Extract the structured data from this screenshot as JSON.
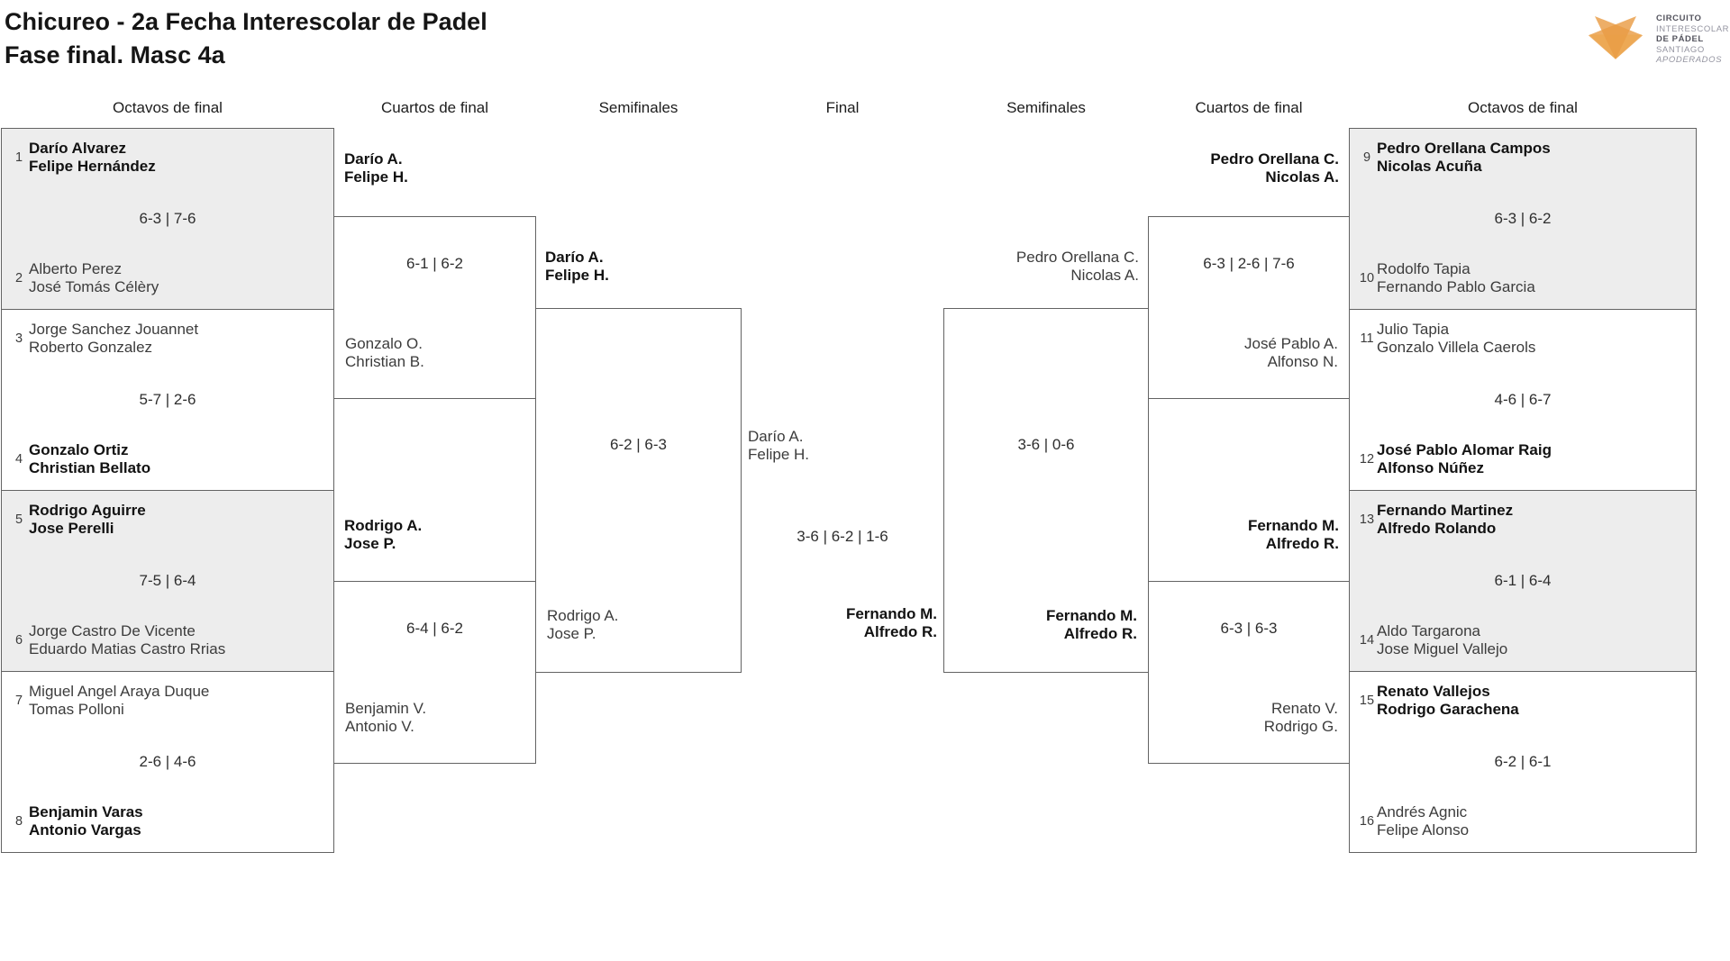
{
  "title": {
    "line1": "Chicureo - 2a Fecha Interescolar de Padel",
    "line2": "Fase final. Masc 4a"
  },
  "logo": {
    "brand_lines": [
      "CIRCUITO",
      "INTERESCOLAR",
      "DE PÁDEL",
      "SANTIAGO",
      "APODERADOS"
    ],
    "colors": {
      "orange": "#E99C45",
      "pale_yellow": "#FBE19B",
      "text_dark": "#54545E",
      "text_light": "#9494A0"
    }
  },
  "rounds": {
    "octavos_left": "Octavos de final",
    "cuartos_left": "Cuartos de final",
    "semis_left": "Semifinales",
    "final": "Final",
    "semis_right": "Semifinales",
    "cuartos_right": "Cuartos de final",
    "octavos_right": "Octavos de final"
  },
  "bracket_colors": {
    "box_border": "#636363",
    "box_shaded_fill": "#EDEDED"
  },
  "octavos": {
    "left": [
      {
        "seed_top": "1",
        "top": {
          "line1": "Darío Alvarez",
          "line2": "Felipe Hernández"
        },
        "score": "6-3 | 7-6",
        "seed_bottom": "2",
        "bottom": {
          "line1": "Alberto Perez",
          "line2": "José Tomás Célèry"
        }
      },
      {
        "seed_top": "3",
        "top": {
          "line1": "Jorge Sanchez Jouannet",
          "line2": "Roberto Gonzalez"
        },
        "score": "5-7 | 2-6",
        "seed_bottom": "4",
        "bottom": {
          "line1": "Gonzalo Ortiz",
          "line2": "Christian Bellato"
        }
      },
      {
        "seed_top": "5",
        "top": {
          "line1": "Rodrigo Aguirre",
          "line2": "Jose Perelli"
        },
        "score": "7-5 | 6-4",
        "seed_bottom": "6",
        "bottom": {
          "line1": "Jorge Castro De Vicente",
          "line2": "Eduardo Matias Castro Rrias"
        }
      },
      {
        "seed_top": "7",
        "top": {
          "line1": "Miguel Angel Araya Duque",
          "line2": "Tomas Polloni"
        },
        "score": "2-6 | 4-6",
        "seed_bottom": "8",
        "bottom": {
          "line1": "Benjamin Varas",
          "line2": "Antonio Vargas"
        }
      }
    ],
    "right": [
      {
        "seed_top": "9",
        "top": {
          "line1": "Pedro Orellana Campos",
          "line2": "Nicolas Acuña"
        },
        "score": "6-3 | 6-2",
        "seed_bottom": "10",
        "bottom": {
          "line1": "Rodolfo Tapia",
          "line2": "Fernando Pablo Garcia"
        }
      },
      {
        "seed_top": "11",
        "top": {
          "line1": "Julio Tapia",
          "line2": "Gonzalo Villela Caerols"
        },
        "score": "4-6 | 6-7",
        "seed_bottom": "12",
        "bottom": {
          "line1": "José Pablo Alomar Raig",
          "line2": "Alfonso Núñez"
        }
      },
      {
        "seed_top": "13",
        "top": {
          "line1": "Fernando Martinez",
          "line2": "Alfredo Rolando"
        },
        "score": "6-1 | 6-4",
        "seed_bottom": "14",
        "bottom": {
          "line1": "Aldo Targarona",
          "line2": "Jose Miguel Vallejo"
        }
      },
      {
        "seed_top": "15",
        "top": {
          "line1": "Renato Vallejos",
          "line2": "Rodrigo Garachena"
        },
        "score": "6-2 | 6-1",
        "seed_bottom": "16",
        "bottom": {
          "line1": "Andrés Agnic",
          "line2": "Felipe Alonso"
        }
      }
    ]
  },
  "cuartos": {
    "left": [
      {
        "winner": {
          "line1": "Darío A.",
          "line2": "Felipe H."
        },
        "score": "6-1 | 6-2",
        "loser": {
          "line1": "Gonzalo O.",
          "line2": "Christian B."
        }
      },
      {
        "winner": {
          "line1": "Rodrigo A.",
          "line2": "Jose P."
        },
        "score": "6-4 | 6-2",
        "loser": {
          "line1": "Benjamin V.",
          "line2": "Antonio V."
        }
      }
    ],
    "right": [
      {
        "winner": {
          "line1": "Pedro Orellana C.",
          "line2": "Nicolas A."
        },
        "score": "6-3 | 2-6 | 7-6",
        "loser": {
          "line1": "José Pablo A.",
          "line2": "Alfonso N."
        }
      },
      {
        "winner": {
          "line1": "Fernando M.",
          "line2": "Alfredo R."
        },
        "score": "6-3 | 6-3",
        "loser": {
          "line1": "Renato V.",
          "line2": "Rodrigo G."
        }
      }
    ]
  },
  "semis": {
    "left": {
      "top": {
        "line1": "Darío A.",
        "line2": "Felipe H."
      },
      "score": "6-2 | 6-3",
      "bottom": {
        "line1": "Rodrigo A.",
        "line2": "Jose P."
      }
    },
    "right": {
      "top": {
        "line1": "Pedro Orellana C.",
        "line2": "Nicolas A."
      },
      "score": "3-6 | 0-6",
      "bottom": {
        "line1": "Fernando M.",
        "line2": "Alfredo R."
      }
    }
  },
  "final": {
    "team_left": {
      "line1": "Darío A.",
      "line2": "Felipe H."
    },
    "score": "3-6 | 6-2 | 1-6",
    "team_right": {
      "line1": "Fernando M.",
      "line2": "Alfredo R."
    }
  }
}
